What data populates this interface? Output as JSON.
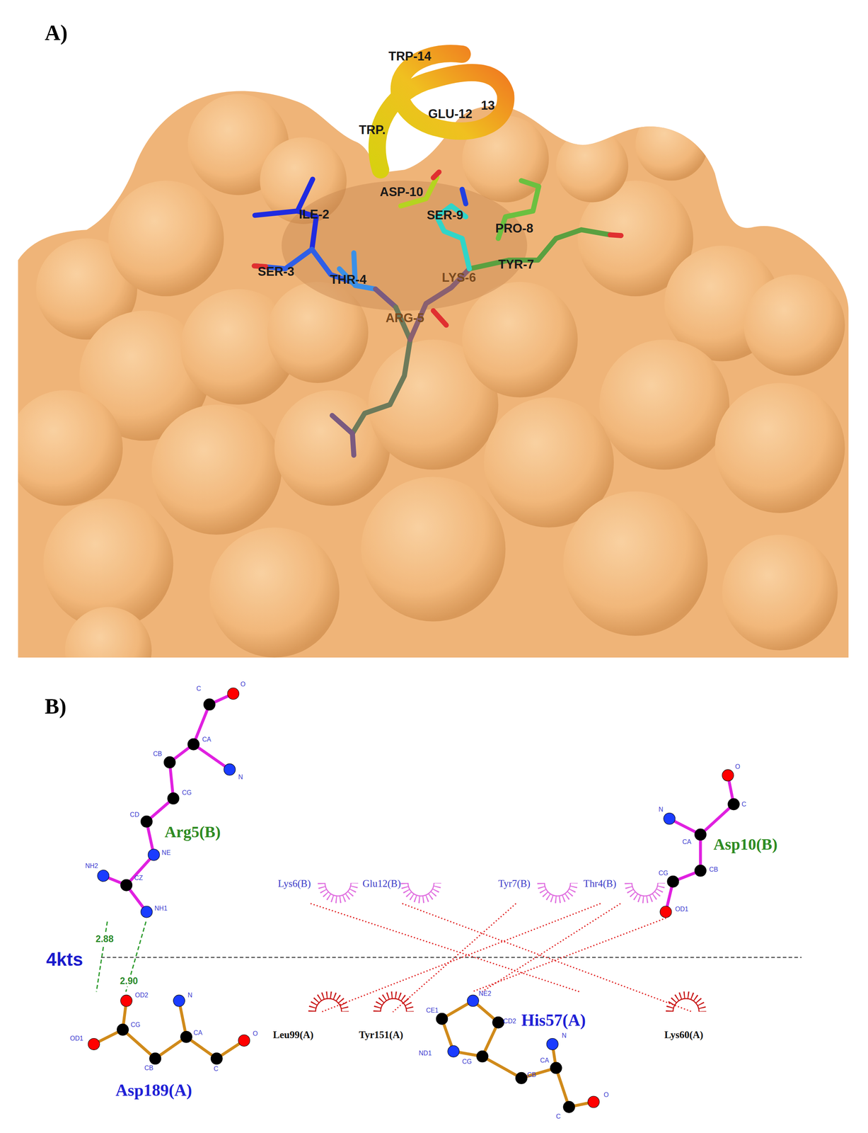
{
  "diagram": {
    "nodes": [
      {
        "text": [
          "Arg5(B)"
        ]
      },
      {
        "text": [
          "Asp10(B)"
        ]
      },
      {
        "text": [
          "Lys6(B)"
        ]
      },
      {
        "text": [
          "Glu12(B)"
        ]
      },
      {
        "text": [
          "Tyr7(B)"
        ]
      },
      {
        "text": [
          "Thr4(B)"
        ]
      },
      {
        "text": [
          "Asp189(A)"
        ]
      },
      {
        "text": [
          "Leu99(A)"
        ]
      },
      {
        "text": [
          "Tyr151(A)"
        ]
      },
      {
        "text": [
          "His57(A)"
        ]
      },
      {
        "text": [
          "Lys60(A)"
        ]
      }
    ],
    "edges": [
      {
        "from": 0,
        "to": 6,
        "arrow": "none",
        "label": "2.88"
      },
      {
        "from": 0,
        "to": 6,
        "arrow": "none",
        "label": "2.90"
      },
      {
        "from": 2,
        "to": 9,
        "arrow": "none"
      },
      {
        "from": 3,
        "to": 10,
        "arrow": "none"
      },
      {
        "from": 4,
        "to": 8,
        "arrow": "none"
      },
      {
        "from": 5,
        "to": 7,
        "arrow": "none"
      },
      {
        "from": 5,
        "to": 9,
        "arrow": "none"
      },
      {
        "from": 1,
        "to": 9,
        "arrow": "none"
      }
    ],
    "labels": [
      "A)",
      "TRP-14",
      "GLU-12",
      "13",
      "TRP.",
      "ASP-10",
      "SER-9",
      "PRO-8",
      "ILE-2",
      "SER-3",
      "THR-4",
      "ARG-5",
      "LYS-6",
      "TYR-7",
      "B)",
      "4kts",
      "C",
      "O",
      "CA",
      "N",
      "CB",
      "CG",
      "CD",
      "NE",
      "CZ",
      "NH2",
      "NH1",
      "O",
      "C",
      "N",
      "CA",
      "CB",
      "CG",
      "OD1",
      "OD1",
      "CG",
      "OD2",
      "CB",
      "CA",
      "N",
      "C",
      "O",
      "CE1",
      "NE2",
      "CD2",
      "ND1",
      "CG",
      "CB",
      "CA",
      "N",
      "C",
      "O"
    ]
  }
}
